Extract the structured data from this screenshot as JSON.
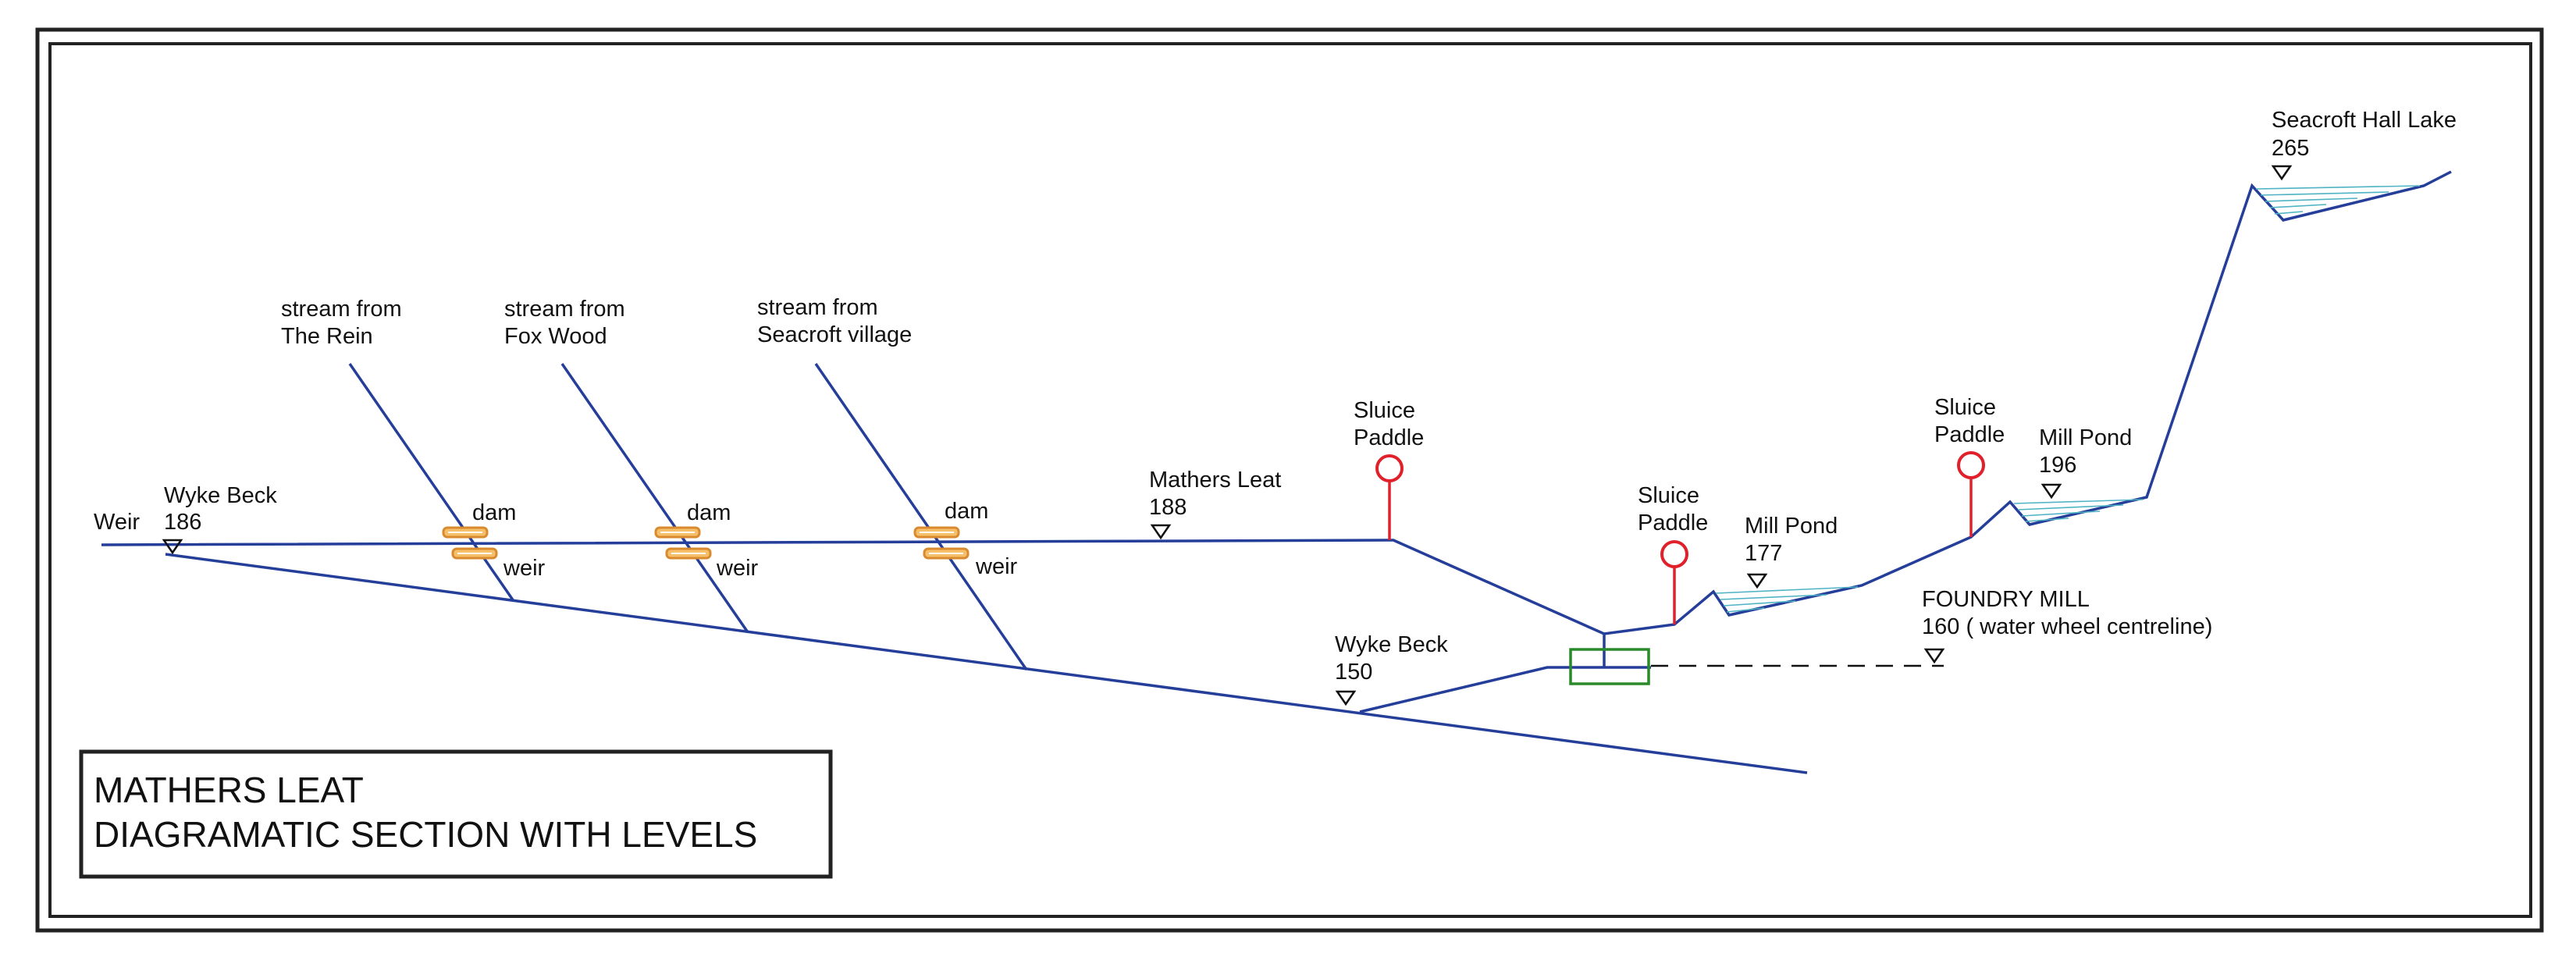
{
  "colors": {
    "line": "#243e9a",
    "sluice": "#e0202a",
    "wheel": "#2a8a2a",
    "dam": "#f6c06a",
    "water": "#4fb3c4",
    "frame": "#222222"
  },
  "title": {
    "line1": "MATHERS LEAT",
    "line2": "DIAGRAMATIC SECTION  WITH LEVELS"
  },
  "labels": {
    "weir_left": "Weir",
    "wyke_beck_top_name": "Wyke Beck",
    "wyke_beck_top_level": "186",
    "stream_rein_1": "stream from",
    "stream_rein_2": "The Rein",
    "stream_fox_1": "stream from",
    "stream_fox_2": "Fox Wood",
    "stream_seacroft_1": "stream from",
    "stream_seacroft_2": "Seacroft village",
    "dam": "dam",
    "weir": "weir",
    "mathers_leat_name": "Mathers Leat",
    "mathers_leat_level": "188",
    "sluice_1": "Sluice",
    "paddle_1": "Paddle",
    "sluice_2": "Sluice",
    "paddle_2": "Paddle",
    "sluice_3": "Sluice",
    "paddle_3": "Paddle",
    "mill_pond_lower_name": "Mill Pond",
    "mill_pond_lower_level": "177",
    "mill_pond_upper_name": "Mill Pond",
    "mill_pond_upper_level": "196",
    "lake_name": "Seacroft Hall Lake",
    "lake_level": "265",
    "wyke_beck_low_name": "Wyke Beck",
    "wyke_beck_low_level": "150",
    "foundry_mill_name": "FOUNDRY MILL",
    "foundry_mill_level": "160 ( water wheel centreline)"
  }
}
